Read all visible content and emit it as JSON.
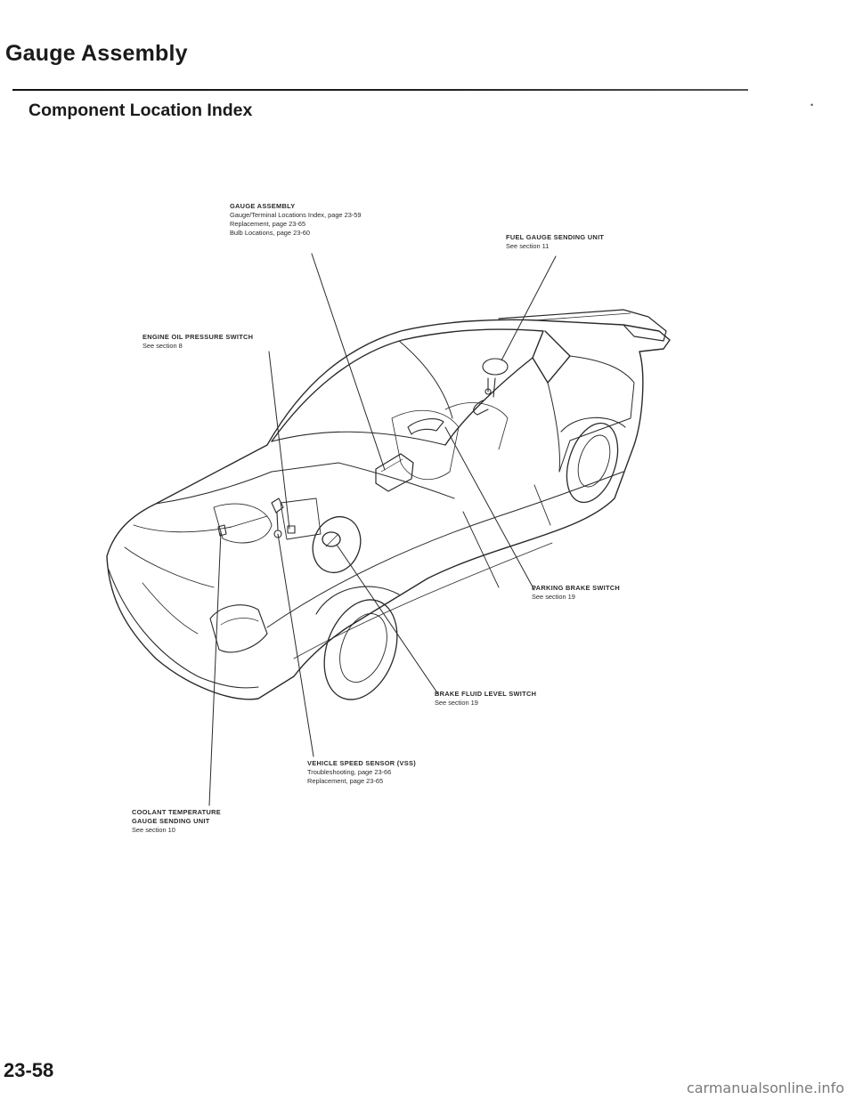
{
  "page": {
    "title": "Gauge Assembly",
    "section_title": "Component Location Index",
    "page_number": "23-58",
    "watermark": "carmanualsonline.info"
  },
  "callouts": {
    "gauge_assembly": {
      "heading": "GAUGE ASSEMBLY",
      "lines": [
        "Gauge/Terminal Locations Index, page 23-59",
        "Replacement, page 23-65",
        "Bulb Locations, page 23-60"
      ]
    },
    "fuel_gauge": {
      "heading": "FUEL GAUGE SENDING UNIT",
      "lines": [
        "See section 11"
      ]
    },
    "oil_pressure": {
      "heading": "ENGINE OIL PRESSURE SWITCH",
      "lines": [
        "See section 8"
      ]
    },
    "parking_brake": {
      "heading": "PARKING BRAKE SWITCH",
      "lines": [
        "See section 19"
      ]
    },
    "brake_fluid": {
      "heading": "BRAKE FLUID LEVEL SWITCH",
      "lines": [
        "See section 19"
      ]
    },
    "vss": {
      "heading": "VEHICLE SPEED SENSOR (VSS)",
      "lines": [
        "Troubleshooting, page 23-66",
        "Replacement, page 23-65"
      ]
    },
    "coolant": {
      "heading_lines": [
        "COOLANT TEMPERATURE",
        "GAUGE SENDING UNIT"
      ],
      "lines": [
        "See section 10"
      ]
    }
  },
  "icons": {
    "car": "car-illustration",
    "components": [
      "gauge-assembly-icon",
      "fuel-sender-icon",
      "oil-switch-icon",
      "brake-switch-icon",
      "brake-reservoir-icon",
      "vss-icon",
      "coolant-sender-icon"
    ]
  },
  "colors": {
    "ink": "#1a1a1a",
    "line": "#2a2a2a"
  }
}
